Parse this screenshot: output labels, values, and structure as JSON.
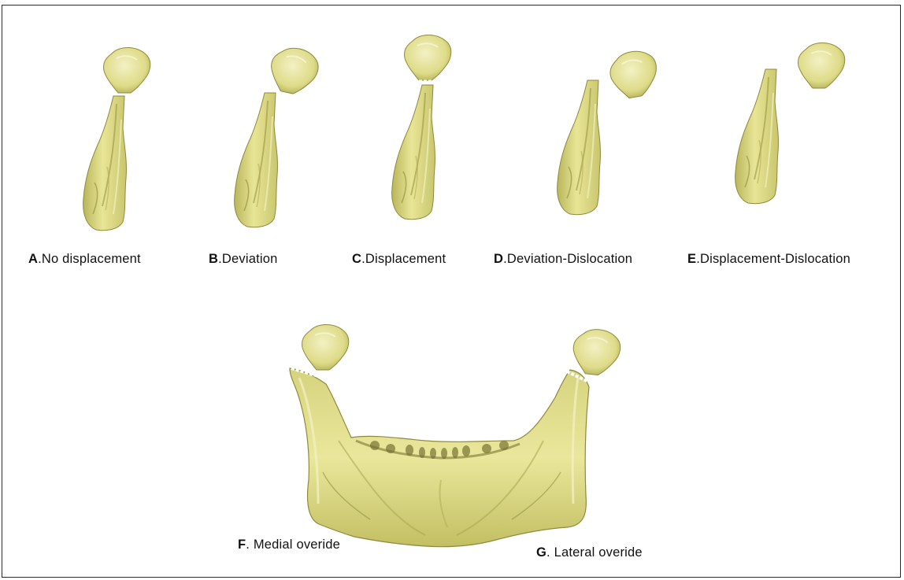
{
  "colors": {
    "bone_fill": "#e6e392",
    "bone_shadow": "#a8a550",
    "bone_dark": "#6f6c2c",
    "bone_highlight": "#f4f2c8",
    "frame": "#2a2a2a",
    "text": "#111111"
  },
  "panels": [
    {
      "letter": "A",
      "text": ".No displacement"
    },
    {
      "letter": "B",
      "text": ".Deviation"
    },
    {
      "letter": "C",
      "text": ".Displacement"
    },
    {
      "letter": "D",
      "text": ".Deviation-Dislocation"
    },
    {
      "letter": "E",
      "text": ".Displacement-Dislocation"
    },
    {
      "letter": "F",
      "text": ". Medial overide"
    },
    {
      "letter": "G",
      "text": ". Lateral overide"
    }
  ]
}
